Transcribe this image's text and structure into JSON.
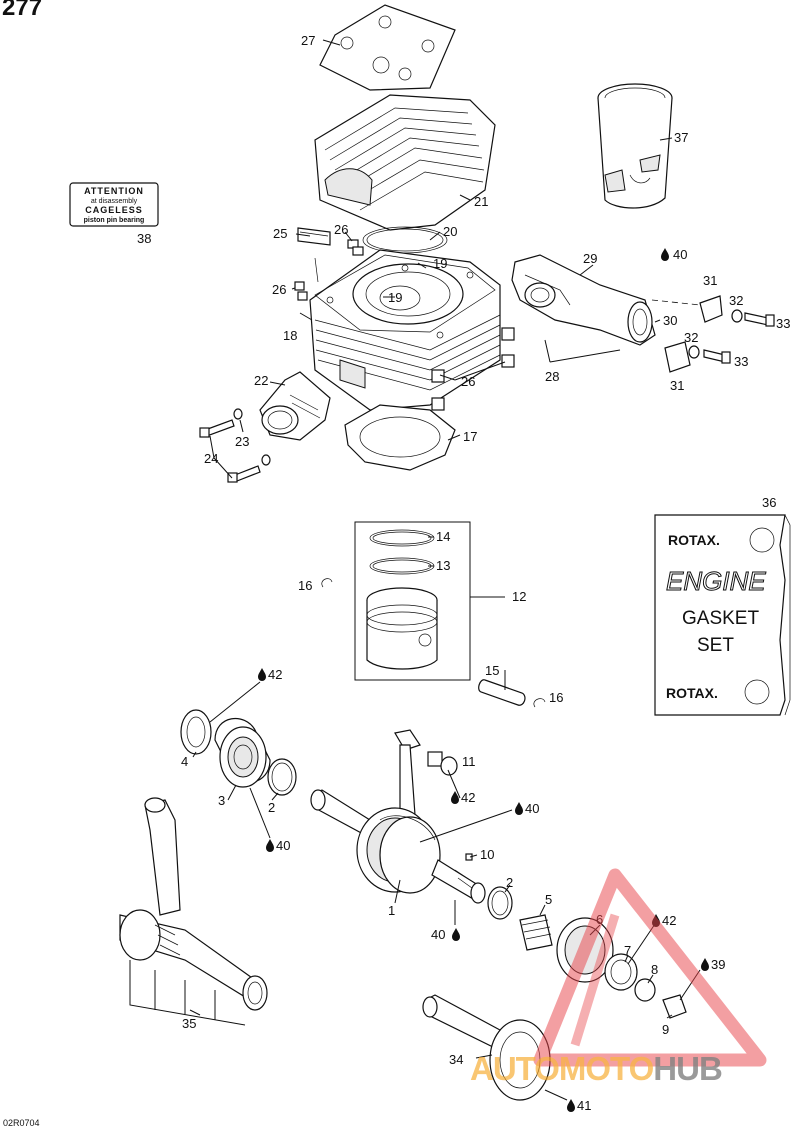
{
  "page": {
    "number": "277",
    "figure_code": "02R0704"
  },
  "labels": {
    "c1": "1",
    "c2a": "2",
    "c2b": "2",
    "c3": "3",
    "c4": "4",
    "c5": "5",
    "c6": "6",
    "c7": "7",
    "c8": "8",
    "c9": "9",
    "c10": "10",
    "c11": "11",
    "c12": "12",
    "c13": "13",
    "c14": "14",
    "c15": "15",
    "c16a": "16",
    "c16b": "16",
    "c17": "17",
    "c18": "18",
    "c19a": "19",
    "c19b": "19",
    "c20": "20",
    "c21": "21",
    "c22": "22",
    "c23": "23",
    "c24": "24",
    "c25": "25",
    "c26a": "26",
    "c26b": "26",
    "c26c": "26",
    "c27": "27",
    "c28": "28",
    "c29": "29",
    "c30": "30",
    "c31a": "31",
    "c31b": "31",
    "c32a": "32",
    "c32b": "32",
    "c33a": "33",
    "c33b": "33",
    "c34": "34",
    "c35": "35",
    "c36": "36",
    "c37": "37",
    "c38": "38",
    "c39": "39",
    "c40a": "40",
    "c40b": "40",
    "c40c": "40",
    "c40d": "40",
    "c41": "41",
    "c42a": "42",
    "c42b": "42",
    "c42c": "42"
  },
  "attention_label": {
    "line1": "ATTENTION",
    "line2": "at disassembly",
    "line3": "CAGELESS",
    "line4": "piston pin bearing"
  },
  "gasket_kit": {
    "brand_top": "ROTAX.",
    "word1": "ENGINE",
    "word2": "GASKET",
    "word3": "SET",
    "brand_bottom": "ROTAX."
  },
  "watermark": {
    "part1": "AUTOMOTO",
    "part2": "HUB"
  },
  "colors": {
    "line": "#111111",
    "watermark_red": "#e8434a",
    "watermark_orange": "#f5a623",
    "watermark_grey": "#6b6b6b"
  },
  "icons": {
    "lubricant": "oil-drop-icon"
  }
}
